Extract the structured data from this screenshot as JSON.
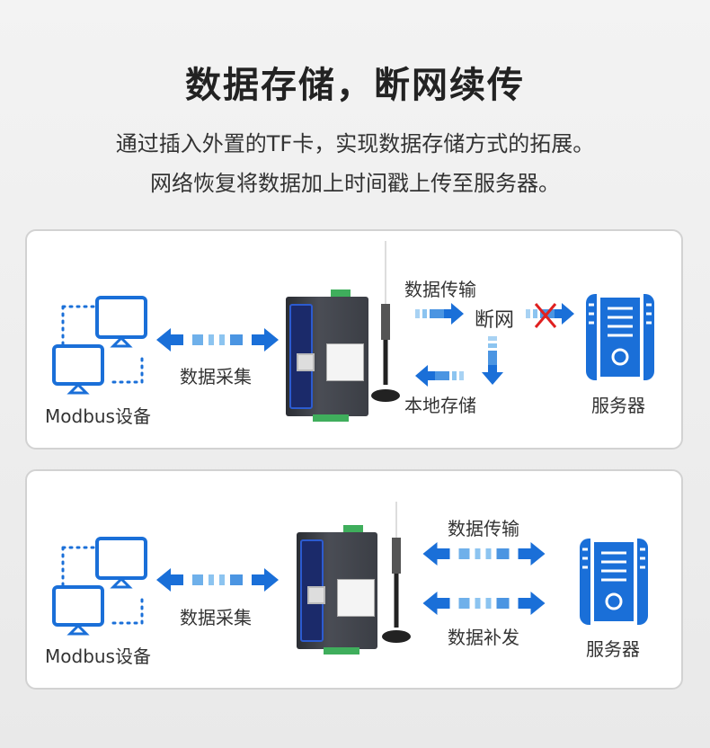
{
  "header": {
    "title": "数据存储，断网续传",
    "subtitle_line1": "通过插入外置的TF卡，实现数据存储方式的拓展。",
    "subtitle_line2": "网络恢复将数据加上时间戳上传至服务器。"
  },
  "panel1": {
    "device_label": "Modbus设备",
    "collect_label": "数据采集",
    "transfer_label": "数据传输",
    "offline_label": "断网",
    "local_storage_label": "本地存储",
    "server_label": "服务器"
  },
  "panel2": {
    "device_label": "Modbus设备",
    "collect_label": "数据采集",
    "transfer_label": "数据传输",
    "resend_label": "数据补发",
    "server_label": "服务器"
  },
  "colors": {
    "accent": "#1a6fd8",
    "error": "#e02020"
  }
}
